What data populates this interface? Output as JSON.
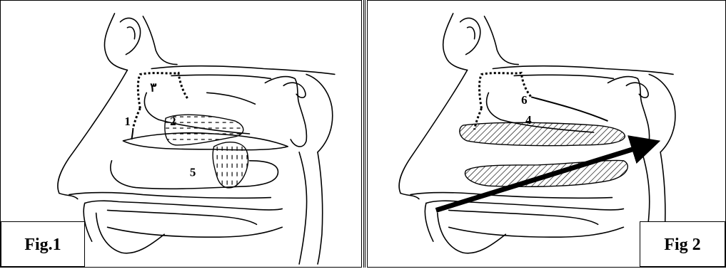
{
  "figures": [
    {
      "label": "Fig.1",
      "annotations": {
        "n1": "1",
        "n2": "2",
        "n3": "٣",
        "n5": "5"
      }
    },
    {
      "label": "Fig 2",
      "annotations": {
        "n4": "4",
        "n6": "6"
      }
    }
  ],
  "colors": {
    "line": "#000000",
    "background": "#ffffff"
  }
}
